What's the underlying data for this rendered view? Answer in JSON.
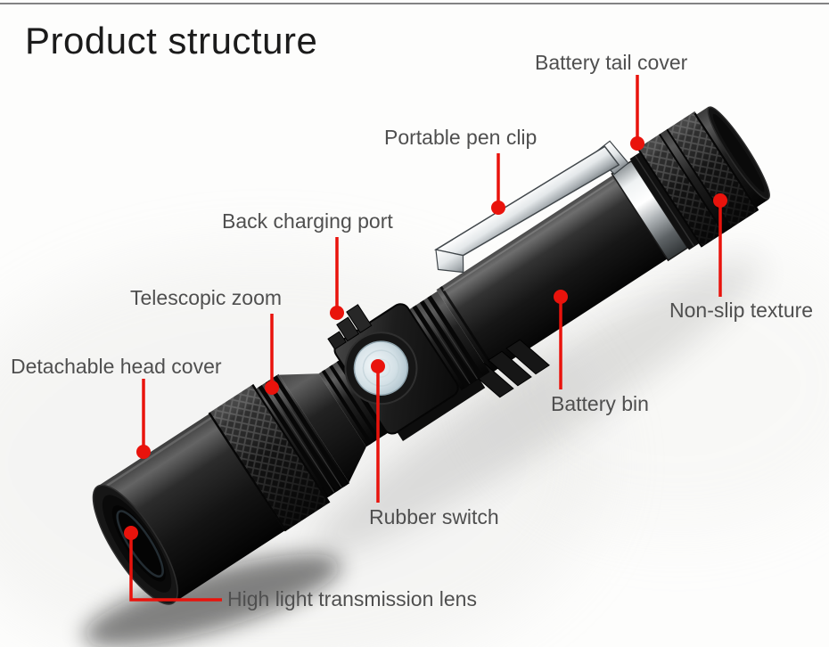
{
  "page": {
    "title": "Product structure"
  },
  "colors": {
    "accent_red": "#e9130c",
    "label_text": "#4f4f4f",
    "title_text": "#1b1b1b",
    "top_rule": "#838383",
    "flashlight_body": "#1a1a1a",
    "switch_button": "#cbdae2",
    "pen_clip_silver": "#eceff0"
  },
  "labels": {
    "battery_tail_cover": "Battery tail cover",
    "portable_pen_clip": "Portable pen clip",
    "back_charging_port": "Back charging port",
    "telescopic_zoom": "Telescopic zoom",
    "detachable_head_cover": "Detachable head cover",
    "non_slip_texture": "Non-slip texture",
    "battery_bin": "Battery bin",
    "rubber_switch": "Rubber switch",
    "high_light_transmission_lens": "High light transmission lens"
  }
}
